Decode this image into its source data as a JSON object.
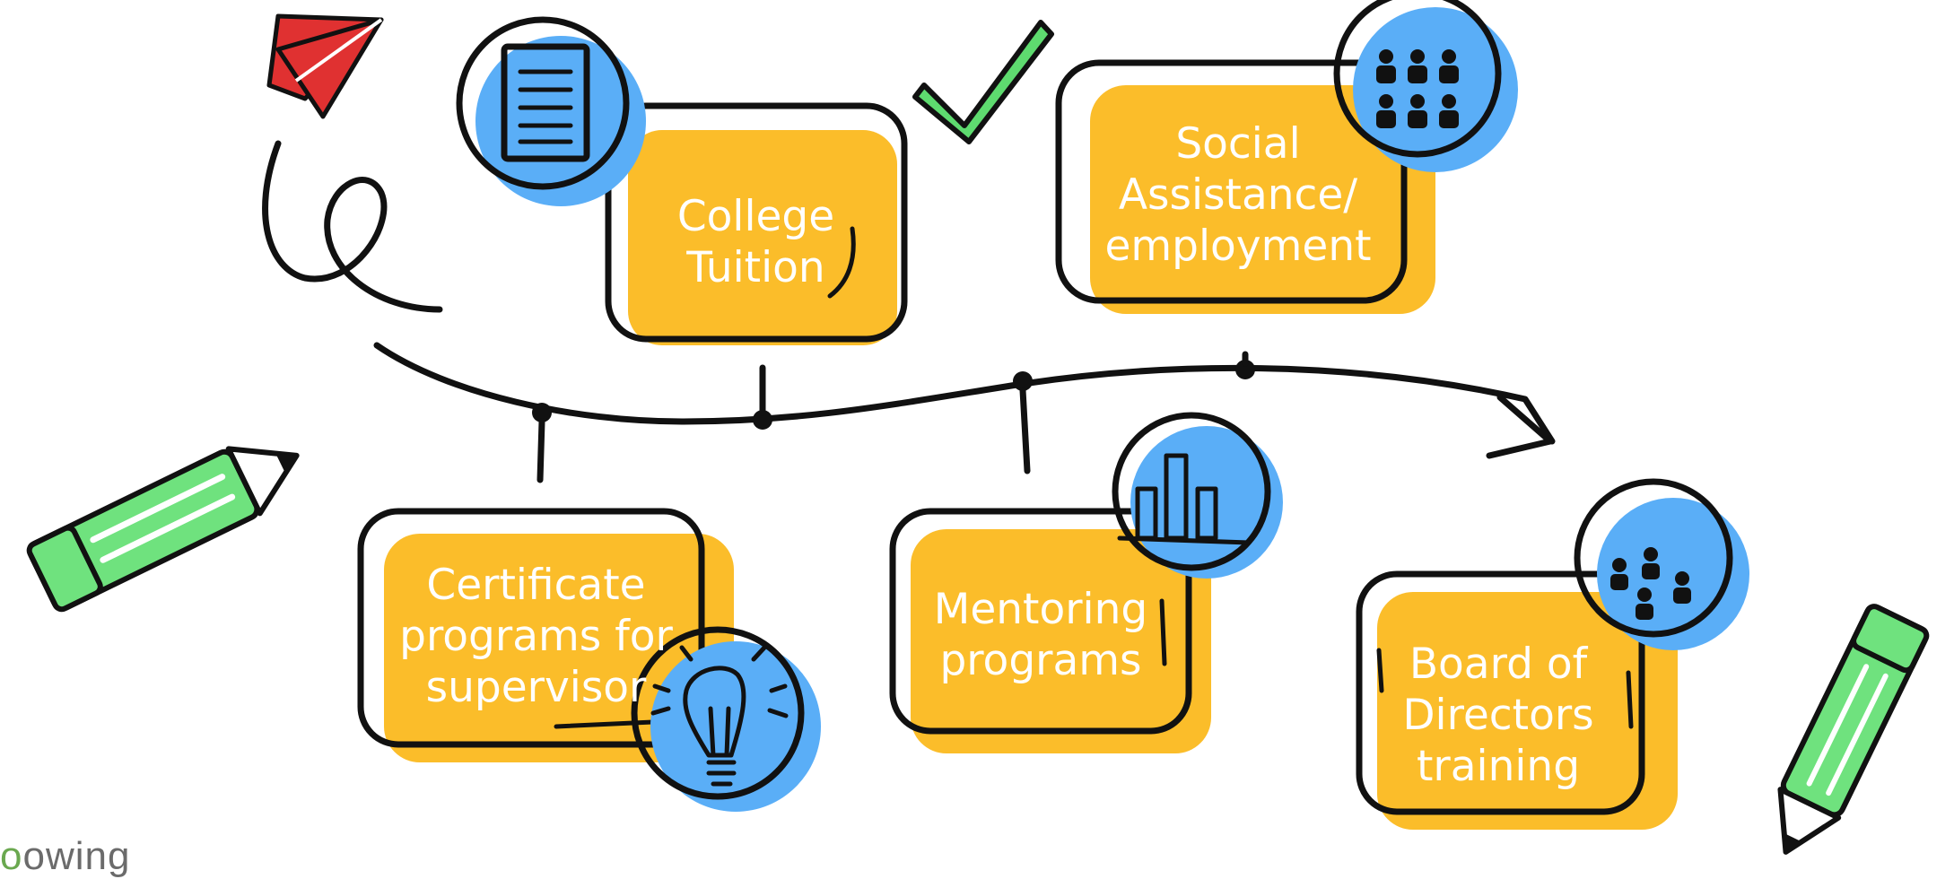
{
  "colors": {
    "box_fill": "#FBBD2A",
    "badge_fill": "#5AAEF7",
    "outline": "#111111",
    "check": "#5EDB6F",
    "pencil": "#6FE27E",
    "plane": "#E03131",
    "label_text": "#FFFFFF"
  },
  "timeline": {
    "items": [
      {
        "id": "college",
        "lines": [
          "College",
          "Tuition"
        ],
        "icon": "document-icon",
        "position": "above"
      },
      {
        "id": "social",
        "lines": [
          "Social",
          "Assistance/",
          "employment"
        ],
        "icon": "people-group-icon",
        "position": "above"
      },
      {
        "id": "certificate",
        "lines": [
          "Certificate",
          "programs for",
          "supervisor"
        ],
        "icon": "lightbulb-icon",
        "position": "below"
      },
      {
        "id": "mentoring",
        "lines": [
          "Mentoring",
          "programs"
        ],
        "icon": "bar-chart-icon",
        "position": "below"
      },
      {
        "id": "board",
        "lines": [
          "Board of",
          "Directors",
          "training"
        ],
        "icon": "team-icon",
        "position": "below"
      }
    ]
  },
  "decorations": [
    "paper-plane-icon",
    "checkmark-icon",
    "scribble-loop",
    "pencil-icon",
    "pencil-icon"
  ],
  "logo": {
    "text_partial": "owing",
    "accent_char": "o"
  }
}
